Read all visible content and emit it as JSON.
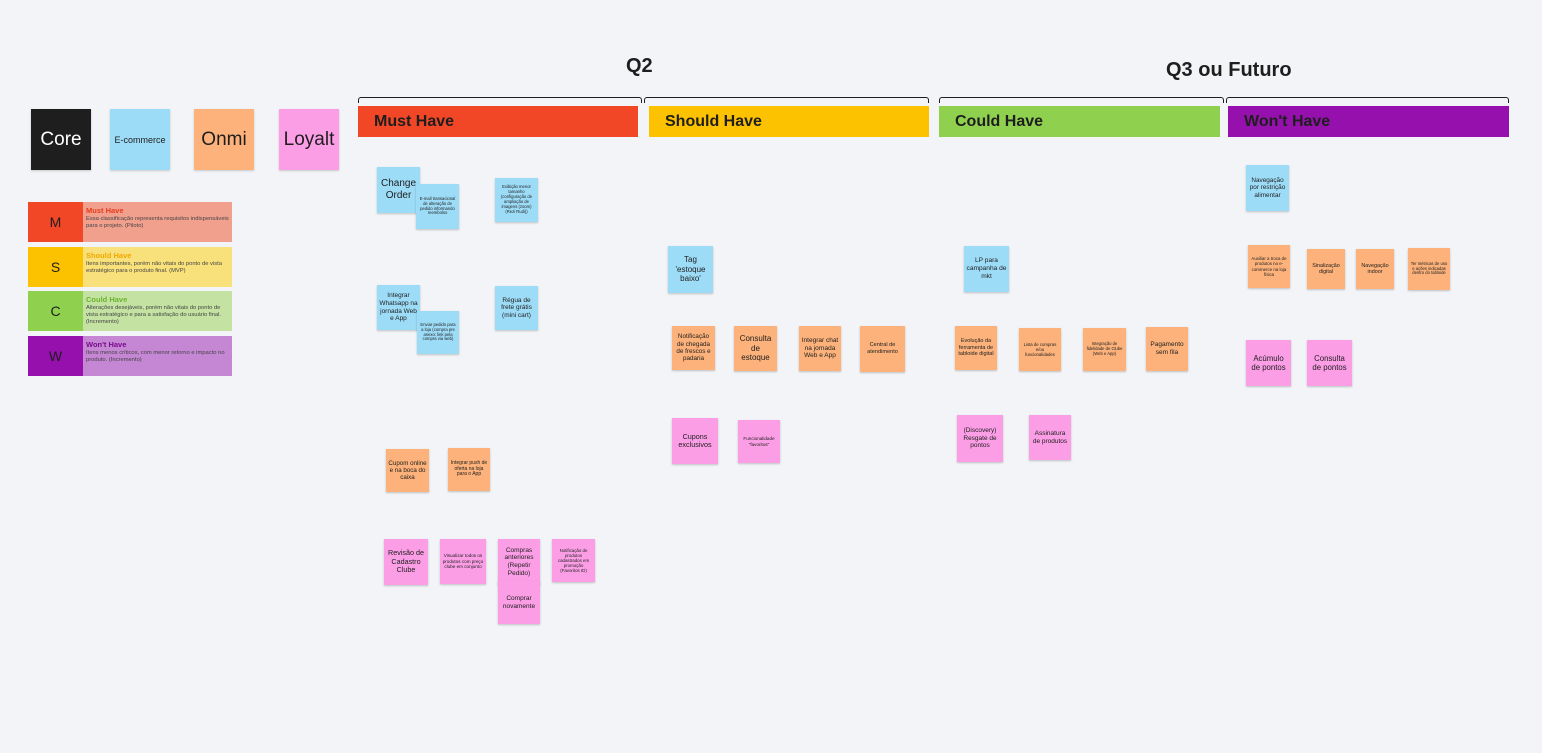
{
  "quarters": {
    "q2": "Q2",
    "q3": "Q3 ou Futuro"
  },
  "headers": {
    "must": "Must Have",
    "should": "Should Have",
    "could": "Could Have",
    "wont": "Won't Have"
  },
  "legend_cards": {
    "core": "Core",
    "ecommerce": "E-commerce",
    "omni": "Onmi",
    "loyalty": "Loyalt"
  },
  "moscow": [
    {
      "letter": "M",
      "title": "Must Have",
      "desc": "Essa classificação representa requisitos indispensáveis para o projeto. (Piloto)"
    },
    {
      "letter": "S",
      "title": "Should Have",
      "desc": "Itens importantes, porém não vitais do ponto de vista estratégico para o produto final. (MVP)"
    },
    {
      "letter": "C",
      "title": "Could Have",
      "desc": "Alterações desejáveis, porém não vitais do ponto de vista estratégico e para a satisfação do usuário final. (Incremento)"
    },
    {
      "letter": "W",
      "title": "Won't Have",
      "desc": "Itens menos críticos, com menor retorno e impacto no produto. (Incremento)"
    }
  ],
  "stickies": {
    "change_order": "Change Order",
    "email_transacional": "E-mail transacional de alteração de pedido informando reembolso",
    "exibicao_imagens": "Exibição menor tamanho (configuração de ampliação de imagens (zoom) (Rezi Rudi))",
    "whatsapp": "Integrar Whatsapp na jornada Web e App",
    "enviar_pedido": "Enviar pedido para a loja (compra pre anexo: link pela compra via web)",
    "regua_frete": "Régua de frete grátis (mini cart)",
    "cupom_online": "Cupom online e na boca do caixa",
    "integrar_push": "Integrar push de oferta na loja para o App",
    "revisao_cadastro": "Revisão de Cadastro Clube",
    "visualizar_preco": "Visualizar todos os produtos com preço clube em conjunto",
    "compras_anteriores": "Compras anteriores (Repetir Pedido)",
    "notificacao_produtos": "Notificação de produtos cadastrados em promoção (Favoritos ID)",
    "comprar_novamente": "Comprar novamente",
    "tag_estoque": "Tag 'estoque baixo'",
    "notificacao_frescos": "Notificação de chegada de frescos e padaria",
    "consulta_estoque": "Consulta de estoque",
    "chat_jornada": "Integrar chat na jornada Web e App",
    "central_atendimento": "Central de atendimento",
    "cupons_exclusivos": "Cupons exclusivos",
    "funcionalidade_favoritos": "Funcionalidade \"favoritos\"",
    "lp_campanha": "LP para campanha de mkt",
    "evolucao_ferramenta": "Evolução da ferramenta de tabloide digital",
    "lista_compras": "Lista de compras e/ou funcionalidades",
    "integracao_fidelidade": "Integração de fidelidade de Clube (Web e App)",
    "pagamento_fila": "Pagamento sem fila",
    "discovery_resgate": "(Discovery) Resgate de pontos",
    "assinatura_produtos": "Assinatura de produtos",
    "navegacao_restricao": "Navegação por restrição alimentar",
    "auxiliar_troca": "Auxiliar a troca de produtos no e-commerce na loja física",
    "sinalizacao_digital": "Sinalização digital",
    "navegacao_indoor": "Navegação indoor",
    "ter_metricas": "Ter métricas de uso e ações indicadas dentro do tabloide",
    "acumulo_pontos": "Acúmulo de pontos",
    "consulta_pontos": "Consulta de pontos"
  }
}
